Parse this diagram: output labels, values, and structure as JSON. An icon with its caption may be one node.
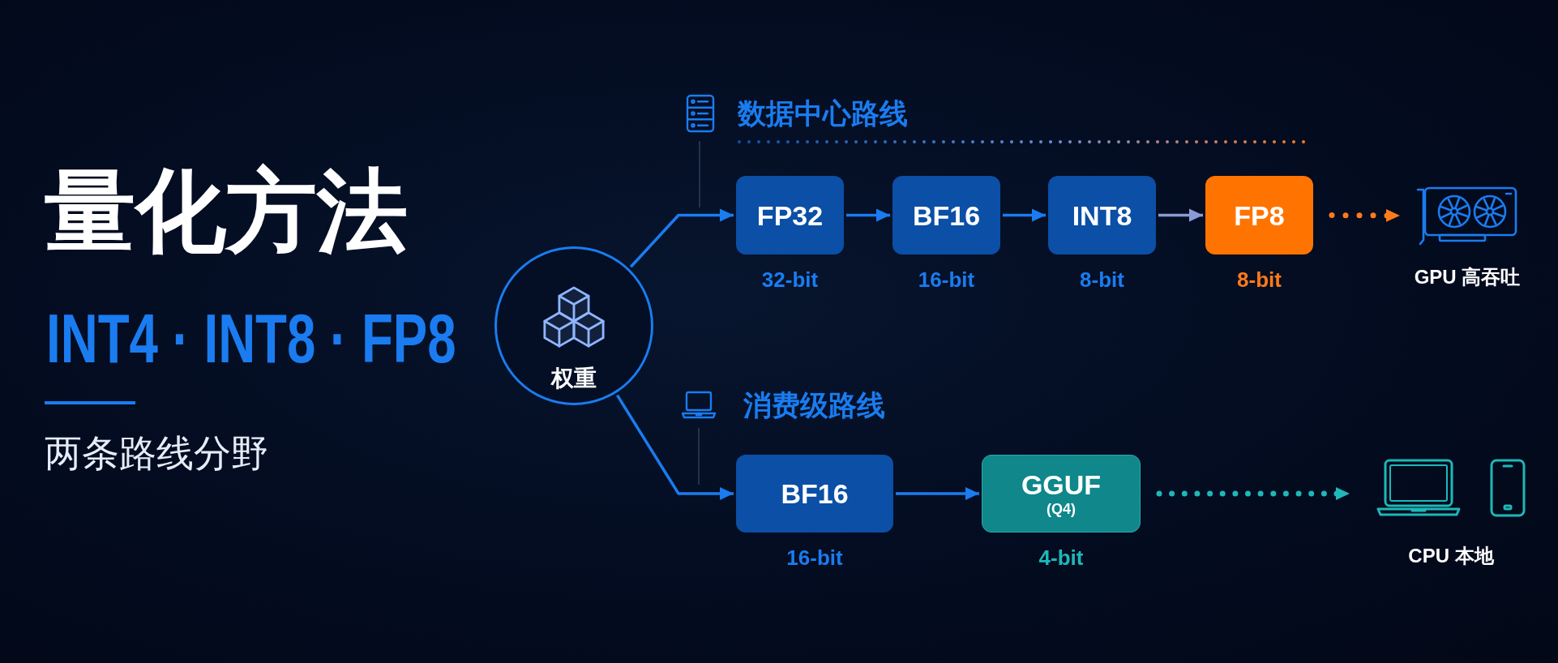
{
  "diagram": {
    "title": "量化方法",
    "nodes": [
      {
        "text": [
          "权重"
        ]
      },
      {
        "text": [
          "FP32"
        ],
        "beside": [
          "32-bit"
        ]
      },
      {
        "text": [
          "BF16"
        ],
        "beside": [
          "16-bit"
        ]
      },
      {
        "text": [
          "INT8"
        ],
        "beside": [
          "8-bit"
        ]
      },
      {
        "text": [
          "FP8"
        ],
        "beside": [
          "8-bit"
        ]
      },
      {
        "text": [
          "GPU 高吞吐"
        ]
      },
      {
        "text": [
          "BF16"
        ],
        "beside": [
          "16-bit"
        ]
      },
      {
        "text": [
          "GGUF",
          "(Q4)"
        ],
        "beside": [
          "4-bit"
        ]
      },
      {
        "text": [
          "CPU 本地"
        ]
      }
    ],
    "edges": [
      {
        "from": 0,
        "to": 1,
        "arrow": "to"
      },
      {
        "from": 1,
        "to": 2,
        "arrow": "to"
      },
      {
        "from": 2,
        "to": 3,
        "arrow": "to"
      },
      {
        "from": 3,
        "to": 4,
        "arrow": "to",
        "color": "#8a9bd4"
      },
      {
        "from": 4,
        "to": 5,
        "arrow": "to",
        "style": "dashed",
        "color": "#ff7a1a"
      },
      {
        "from": 0,
        "to": 6,
        "arrow": "to"
      },
      {
        "from": 6,
        "to": 7,
        "arrow": "to"
      },
      {
        "from": 7,
        "to": 8,
        "arrow": "to",
        "style": "dashed",
        "color": "#1db8b8"
      }
    ],
    "labels": [
      "INT4 · INT8 · FP8",
      "两条路线分野",
      "数据中心路线",
      "消费级路线"
    ]
  }
}
